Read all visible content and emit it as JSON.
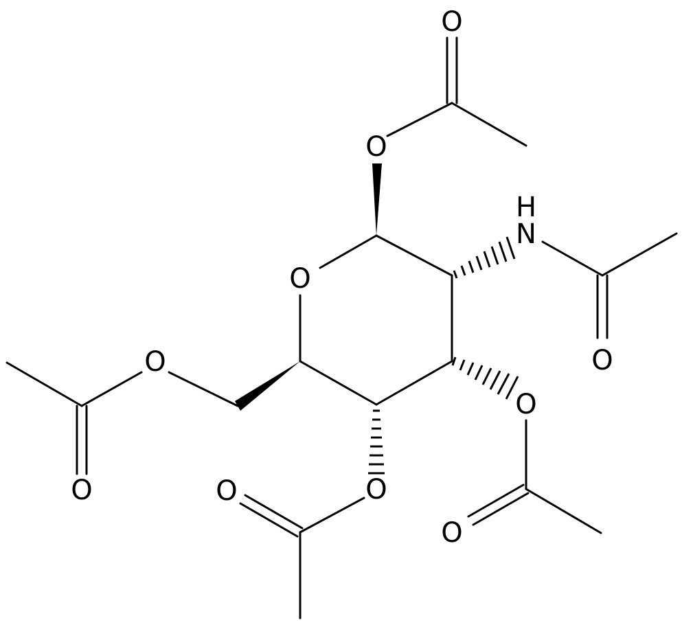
{
  "atoms": {
    "ring_oxygen": "O",
    "c1_ester_oxygen": "O",
    "c1_carbonyl_oxygen": "O",
    "nh_nitrogen": "N",
    "nh_hydrogen": "H",
    "amide_carbonyl_oxygen": "O",
    "c3_ester_oxygen": "O",
    "c3_carbonyl_oxygen": "O",
    "c4_ester_oxygen": "O",
    "c4_carbonyl_oxygen": "O",
    "c6_ester_oxygen": "O",
    "c6_carbonyl_oxygen": "O"
  },
  "colors": {
    "bond": "#000000",
    "background": "#ffffff"
  }
}
